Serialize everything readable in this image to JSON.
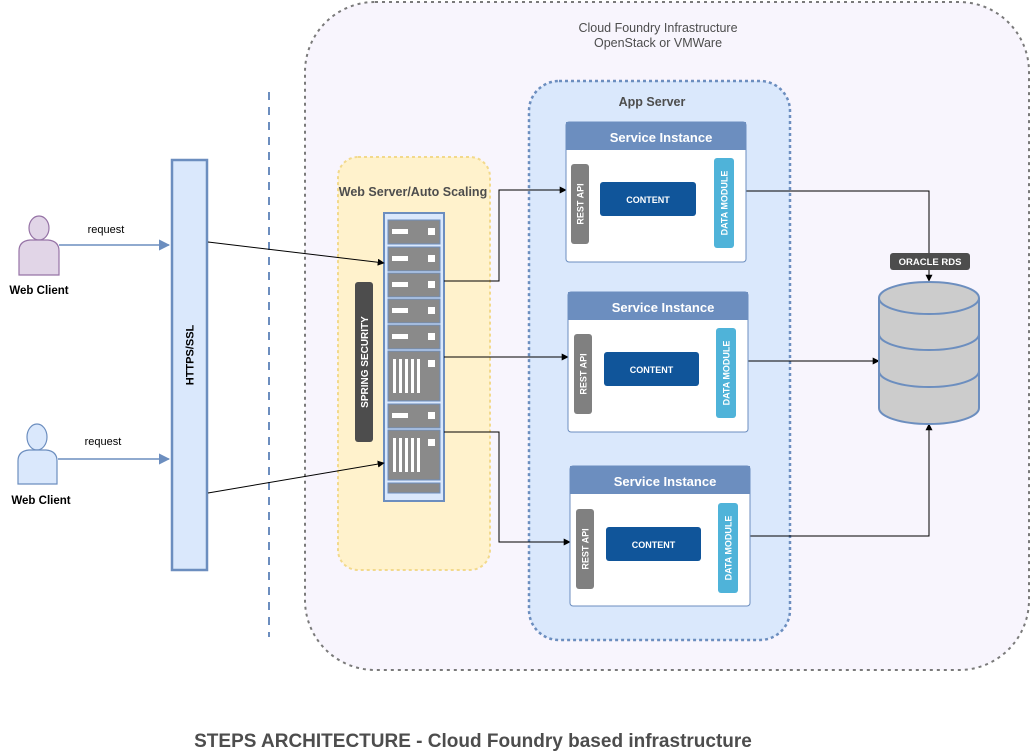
{
  "title": "STEPS ARCHITECTURE - Cloud Foundry based infrastructure",
  "infrastructure": {
    "label_line1": "Cloud Foundry Infrastructure",
    "label_line2": "OpenStack or VMWare"
  },
  "clients": [
    {
      "label": "Web Client",
      "request_label": "request",
      "color": "#e1d5e7",
      "stroke": "#9673a6"
    },
    {
      "label": "Web Client",
      "request_label": "request",
      "color": "#dae8fc",
      "stroke": "#6c8ebf"
    }
  ],
  "gateway": {
    "label": "HTTPS/SSL"
  },
  "web_server": {
    "label": "Web Server/Auto Scaling",
    "security_label": "SPRING SECURITY"
  },
  "app_server": {
    "label": "App Server",
    "instances": [
      {
        "title": "Service Instance",
        "rest_label": "REST API",
        "content_label": "CONTENT",
        "data_label": "DATA MODULE"
      },
      {
        "title": "Service Instance",
        "rest_label": "REST API",
        "content_label": "CONTENT",
        "data_label": "DATA MODULE"
      },
      {
        "title": "Service Instance",
        "rest_label": "REST API",
        "content_label": "CONTENT",
        "data_label": "DATA MODULE"
      }
    ]
  },
  "database": {
    "label": "ORACLE RDS"
  },
  "colors": {
    "instance_header": "#6c8ebf",
    "content_box": "#10559a",
    "data_module": "#4fb3d9",
    "rest_api": "#808080",
    "security_bar": "#4d4d4d",
    "web_server_fill": "#fff2cc",
    "app_server_fill": "#dae8fc",
    "infra_fill": "#f8f5fd",
    "db_fill": "#cccccc"
  }
}
